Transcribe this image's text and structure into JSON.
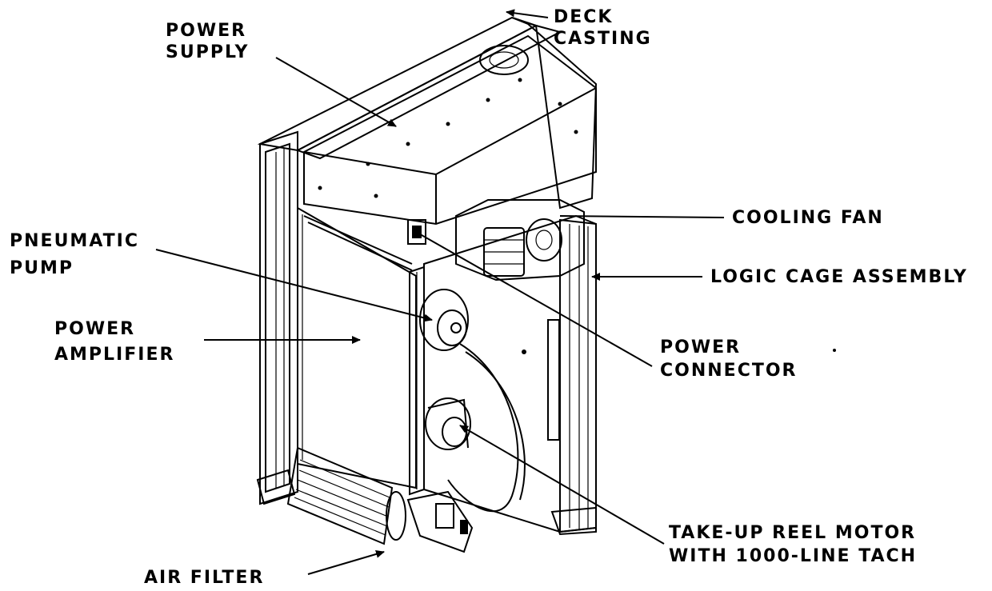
{
  "labels": {
    "power_supply": [
      "POWER",
      "SUPPLY"
    ],
    "deck_casting": [
      "DECK",
      "CASTING"
    ],
    "cooling_fan": [
      "COOLING FAN"
    ],
    "pneumatic_pump": [
      "PNEUMATIC",
      "PUMP"
    ],
    "logic_cage": [
      "LOGIC CAGE ASSEMBLY"
    ],
    "power_amplifier": [
      "POWER",
      "AMPLIFIER"
    ],
    "power_connector": [
      "POWER",
      "CONNECTOR"
    ],
    "takeup_motor": [
      "TAKE-UP REEL MOTOR",
      "WITH 1000-LINE TACH"
    ],
    "air_filter": [
      "AIR FILTER"
    ]
  }
}
